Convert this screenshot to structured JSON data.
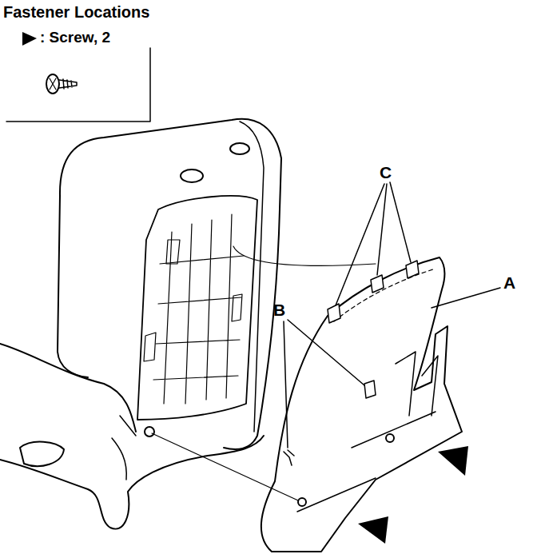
{
  "diagram": {
    "title": "Fastener Locations",
    "labels": [
      "A",
      "B",
      "C"
    ],
    "legend": [
      {
        "text": ": Screw, 2"
      }
    ]
  }
}
